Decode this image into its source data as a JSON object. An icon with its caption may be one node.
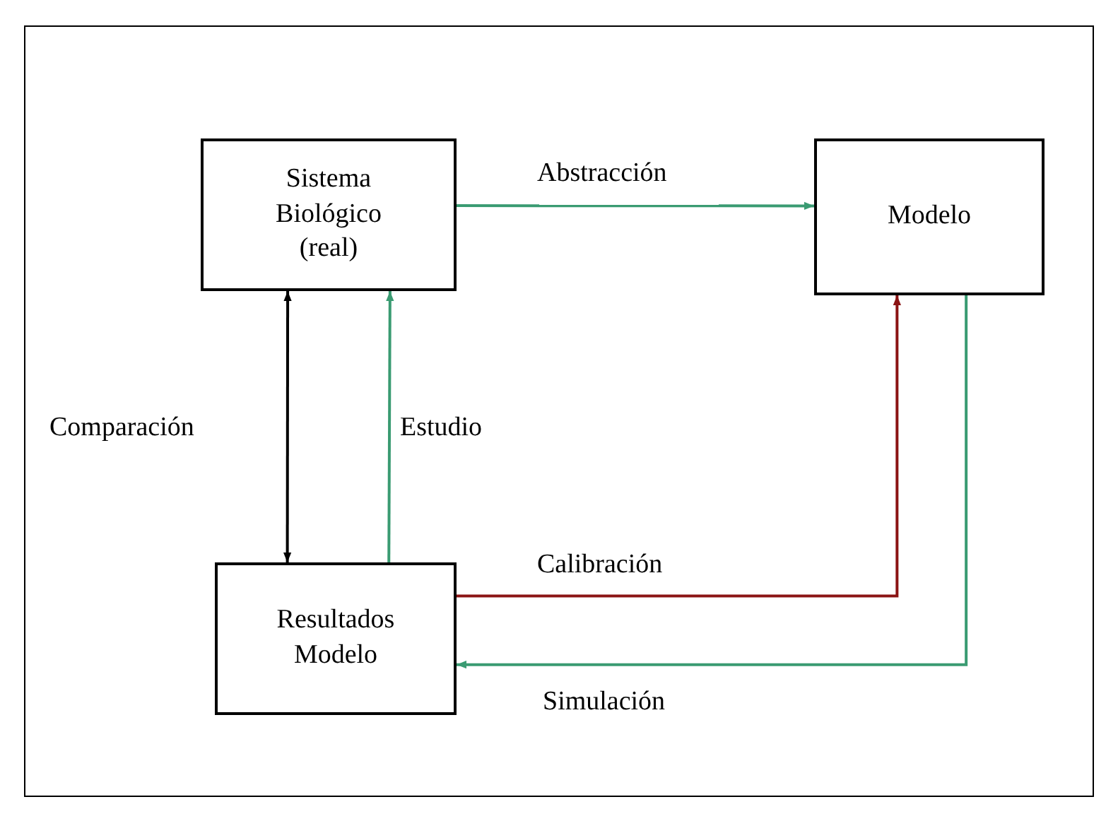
{
  "diagram": {
    "nodes": [
      {
        "text": [
          "Sistema Biológico (real)"
        ]
      },
      {
        "text": [
          "Modelo"
        ]
      },
      {
        "text": [
          "Resultados Modelo"
        ]
      }
    ],
    "edges": [
      {
        "from": 0,
        "to": 1,
        "arrow": "to",
        "label": "Abstracción",
        "color": "#3a9b72"
      },
      {
        "from": 0,
        "to": 2,
        "arrow": "both",
        "label": "Comparación",
        "color": "#000000"
      },
      {
        "from": 2,
        "to": 0,
        "arrow": "to",
        "label": "Estudio",
        "color": "#3a9b72"
      },
      {
        "from": 2,
        "to": 1,
        "arrow": "to",
        "label": "Calibración",
        "color": "#8b1414"
      },
      {
        "from": 1,
        "to": 2,
        "arrow": "to",
        "label": "Simulación",
        "color": "#3a9b72"
      }
    ]
  }
}
